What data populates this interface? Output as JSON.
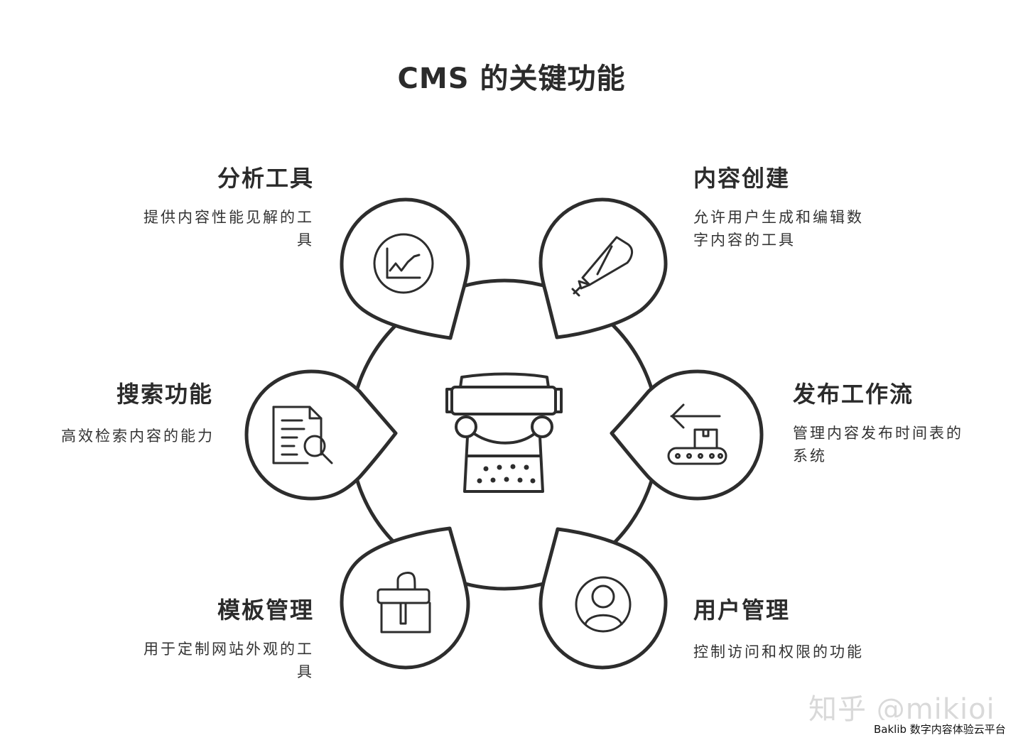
{
  "title": "CMS 的关键功能",
  "nodes": {
    "analytics": {
      "title": "分析工具",
      "desc_line1": "提供内容性能见解的工",
      "desc_line2": "具",
      "icon": "line-chart-icon"
    },
    "content_creation": {
      "title": "内容创建",
      "desc_line1": "允许用户生成和编辑数",
      "desc_line2": "字内容的工具",
      "icon": "pen-icon"
    },
    "search": {
      "title": "搜索功能",
      "desc_line1": "高效检索内容的能力",
      "icon": "document-search-icon"
    },
    "publishing": {
      "title": "发布工作流",
      "desc_line1": "管理内容发布时间表的",
      "desc_line2": "系统",
      "icon": "conveyor-belt-icon"
    },
    "templates": {
      "title": "模板管理",
      "desc_line1": "用于定制网站外观的工",
      "desc_line2": "具",
      "icon": "paint-brush-icon"
    },
    "users": {
      "title": "用户管理",
      "desc_line1": "控制访问和权限的功能",
      "icon": "user-profile-icon"
    }
  },
  "center_icon": "typewriter-icon",
  "watermark": "知乎 @mikioi",
  "footer": "Baklib 数字内容体验云平台",
  "colors": {
    "stroke": "#2d2d2d",
    "background": "#ffffff"
  }
}
